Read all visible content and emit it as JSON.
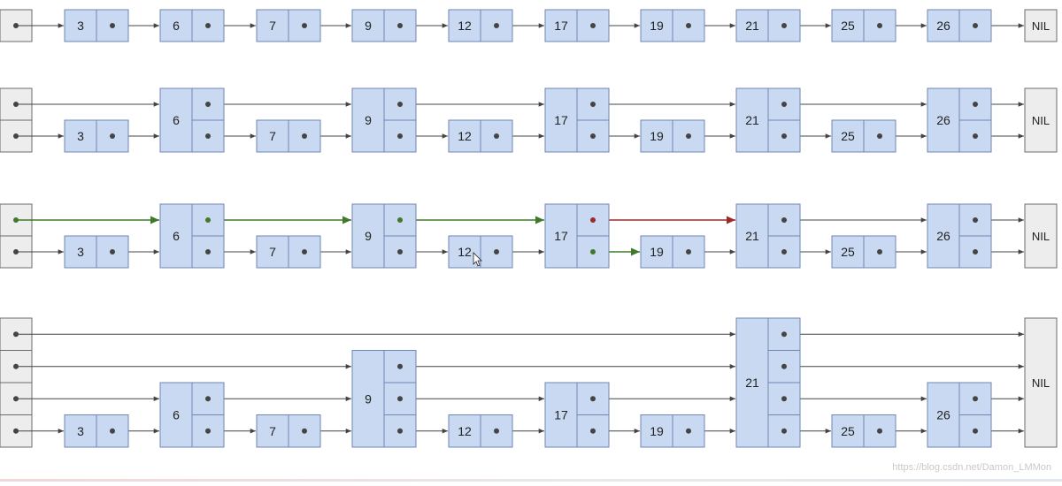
{
  "nil_label": "NIL",
  "watermark": "https://blog.csdn.net/Damon_LMMon",
  "colors": {
    "node_fill": "#c9d9f2",
    "node_stroke": "#6f86b5",
    "head_fill": "#ededed",
    "nil_fill": "#ededed",
    "box_stroke": "#6b6b6b",
    "link": "#444444",
    "search_path": "#3f7a2a",
    "overshoot": "#9b2a2a"
  },
  "keys": [
    "3",
    "6",
    "7",
    "9",
    "12",
    "17",
    "19",
    "21",
    "25",
    "26"
  ],
  "rows": [
    {
      "id": "list-1-level",
      "levels": [
        1,
        1,
        1,
        1,
        1,
        1,
        1,
        1,
        1,
        1
      ]
    },
    {
      "id": "list-2-levels",
      "levels": [
        1,
        2,
        1,
        2,
        1,
        2,
        1,
        2,
        1,
        2
      ]
    },
    {
      "id": "list-2-levels-search",
      "levels": [
        1,
        2,
        1,
        2,
        1,
        2,
        1,
        2,
        1,
        2
      ],
      "highlight": [
        {
          "from": "head",
          "to": 1,
          "level": 2,
          "kind": "search"
        },
        {
          "from": 1,
          "to": 3,
          "level": 2,
          "kind": "search"
        },
        {
          "from": 3,
          "to": 5,
          "level": 2,
          "kind": "search"
        },
        {
          "from": 5,
          "to": 7,
          "level": 2,
          "kind": "overshoot"
        },
        {
          "from": 5,
          "to": 6,
          "level": 1,
          "kind": "search"
        }
      ]
    },
    {
      "id": "list-4-levels",
      "levels": [
        1,
        2,
        1,
        3,
        1,
        2,
        1,
        4,
        1,
        2
      ]
    }
  ]
}
